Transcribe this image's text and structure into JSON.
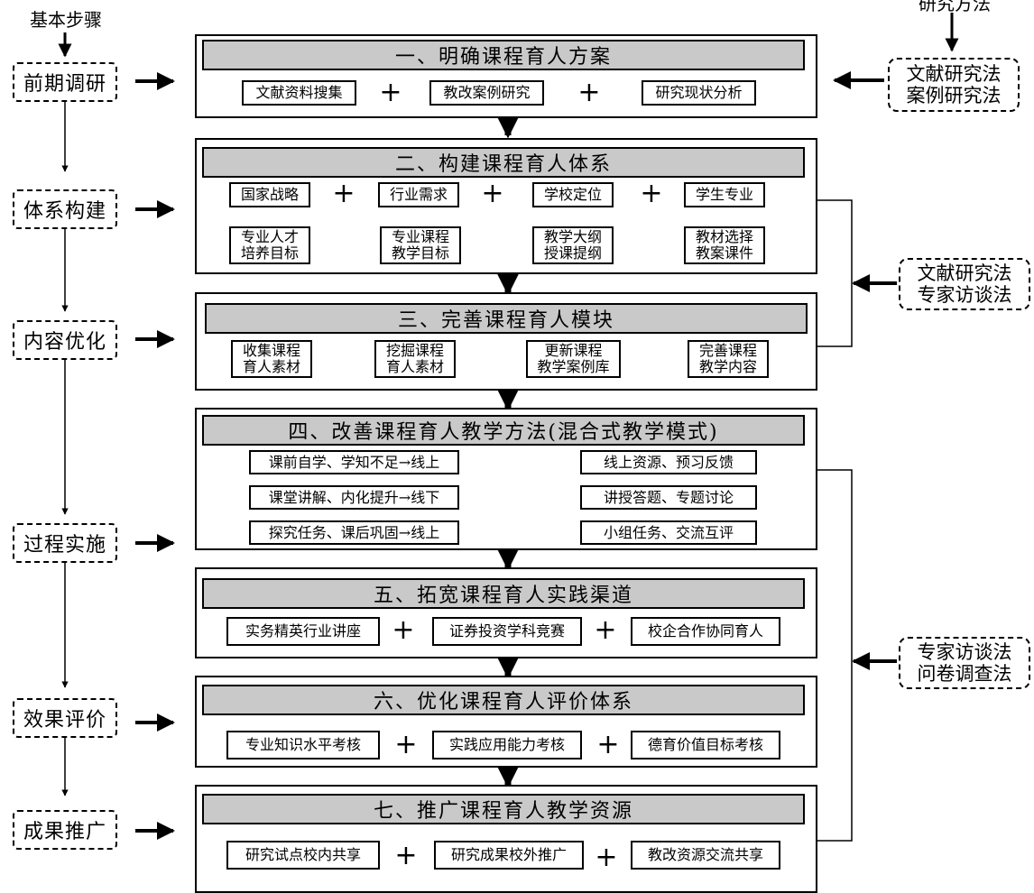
{
  "labels": {
    "steps_header": "基本步骤",
    "methods_header": "研究方法"
  },
  "steps": [
    "前期调研",
    "体系构建",
    "内容优化",
    "过程实施",
    "效果评价",
    "成果推广"
  ],
  "methods": [
    {
      "lines": [
        "文献研究法",
        "案例研究法"
      ]
    },
    {
      "lines": [
        "文献研究法",
        "专家访谈法"
      ]
    },
    {
      "lines": [
        "专家访谈法",
        "问卷调查法"
      ]
    }
  ],
  "stages": [
    {
      "title": "一、明确课程育人方案",
      "items": [
        "文献资料搜集",
        "教改案例研究",
        "研究现状分析"
      ]
    },
    {
      "title": "二、构建课程育人体系",
      "items": [
        "国家战略",
        "行业需求",
        "学校定位",
        "学生专业"
      ],
      "flow": [
        "专业人才\n培养目标",
        "专业课程\n教学目标",
        "教学大纲\n授课提纲",
        "教材选择\n教案课件"
      ]
    },
    {
      "title": "三、完善课程育人模块",
      "flow": [
        "收集课程\n育人素材",
        "挖掘课程\n育人素材",
        "更新课程\n教学案例库",
        "完善课程\n教学内容"
      ]
    },
    {
      "title": "四、改善课程育人教学方法(混合式教学模式)",
      "pairs": [
        [
          "课前自学、学知不足→线上",
          "线上资源、预习反馈"
        ],
        [
          "课堂讲解、内化提升→线下",
          "讲授答题、专题讨论"
        ],
        [
          "探究任务、课后巩固→线上",
          "小组任务、交流互评"
        ]
      ]
    },
    {
      "title": "五、拓宽课程育人实践渠道",
      "items": [
        "实务精英行业讲座",
        "证券投资学科竞赛",
        "校企合作协同育人"
      ]
    },
    {
      "title": "六、优化课程育人评价体系",
      "items": [
        "专业知识水平考核",
        "实践应用能力考核",
        "德育价值目标考核"
      ]
    },
    {
      "title": "七、推广课程育人教学资源",
      "items": [
        "研究试点校内共享",
        "研究成果校外推广",
        "教改资源交流共享"
      ]
    }
  ],
  "plus_sign": "+"
}
